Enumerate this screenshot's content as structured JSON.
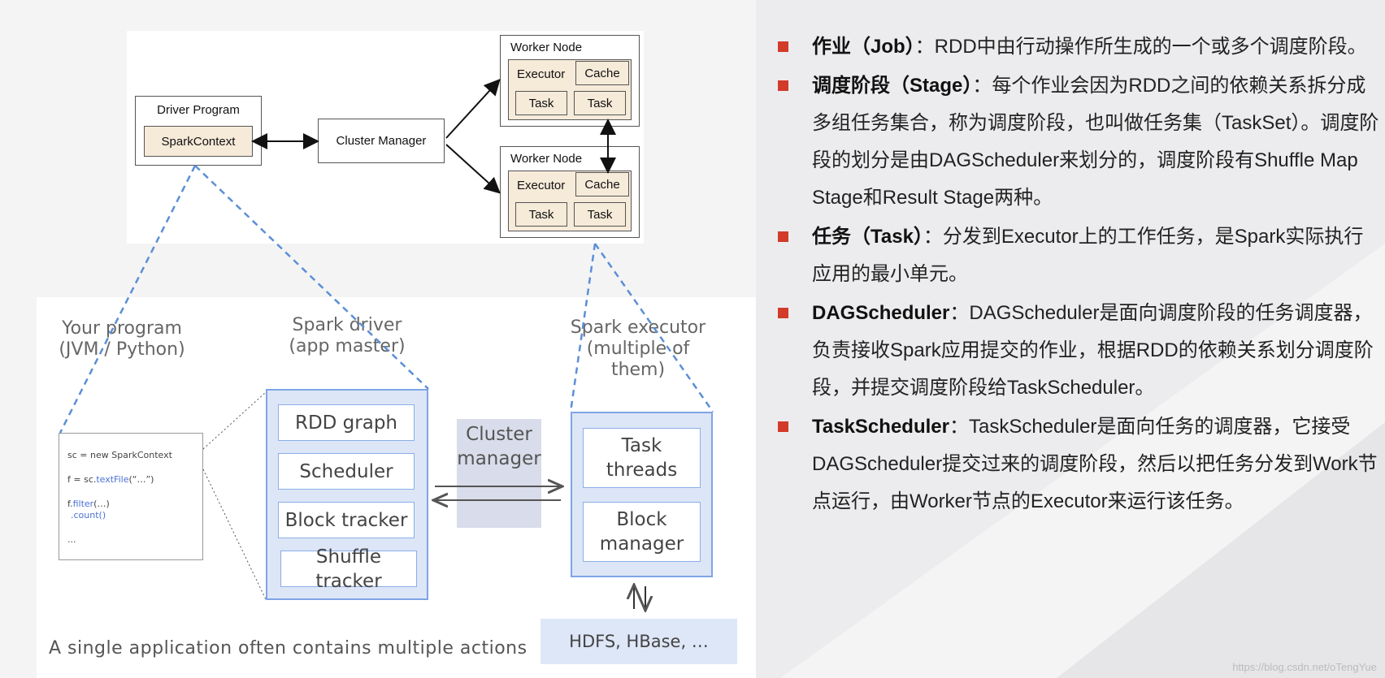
{
  "diagram": {
    "driver_program": "Driver Program",
    "spark_context": "SparkContext",
    "cluster_manager_top": "Cluster Manager",
    "worker_nodes": [
      {
        "title": "Worker Node",
        "executor": "Executor",
        "cache": "Cache",
        "tasks": [
          "Task",
          "Task"
        ]
      },
      {
        "title": "Worker Node",
        "executor": "Executor",
        "cache": "Cache",
        "tasks": [
          "Task",
          "Task"
        ]
      }
    ],
    "your_program": [
      "Your program",
      "(JVM / Python)"
    ],
    "spark_driver": [
      "Spark driver",
      "(app master)"
    ],
    "spark_executor": [
      "Spark executor",
      "(multiple of them)"
    ],
    "code_lines": {
      "l1": "sc = new SparkContext",
      "l2a": "f = sc.",
      "l2b": "textFile",
      "l2c": "(“…”)",
      "l3a": "f.",
      "l3b": "filter",
      "l3c": "(…)",
      "l4": ".count()",
      "l5": "..."
    },
    "driver_components": [
      "RDD graph",
      "Scheduler",
      "Block tracker",
      "Shuffle tracker"
    ],
    "cluster_manager_mid": [
      "Cluster",
      "manager"
    ],
    "executor_components": [
      [
        "Task",
        "threads"
      ],
      [
        "Block",
        "manager"
      ]
    ],
    "storage": "HDFS, HBase, …",
    "caption": "A single application often contains multiple actions",
    "watermark": "https://blog.csdn.net/oTengYue"
  },
  "bullets": [
    {
      "term": "作业（Job）",
      "text": "：RDD中由行动操作所生成的一个或多个调度阶段。"
    },
    {
      "term": "调度阶段（Stage）",
      "text": "：每个作业会因为RDD之间的依赖关系拆分成多组任务集合，称为调度阶段，也叫做任务集（TaskSet）。调度阶段的划分是由DAGScheduler来划分的，调度阶段有Shuffle Map Stage和Result Stage两种。"
    },
    {
      "term": "任务（Task）",
      "text": "：分发到Executor上的工作任务，是Spark实际执行应用的最小单元。"
    },
    {
      "term": "DAGScheduler",
      "text": "：DAGScheduler是面向调度阶段的任务调度器，负责接收Spark应用提交的作业，根据RDD的依赖关系划分调度阶段，并提交调度阶段给TaskScheduler。"
    },
    {
      "term": "TaskScheduler",
      "text": "：TaskScheduler是面向任务的调度器，它接受DAGScheduler提交过来的调度阶段，然后以把任务分发到Work节点运行，由Worker节点的Executor来运行该任务。"
    }
  ],
  "colors": {
    "bullet": "#d23a2a",
    "dashed": "#5b8fd6",
    "driver_blue": "#7fa4e6"
  }
}
